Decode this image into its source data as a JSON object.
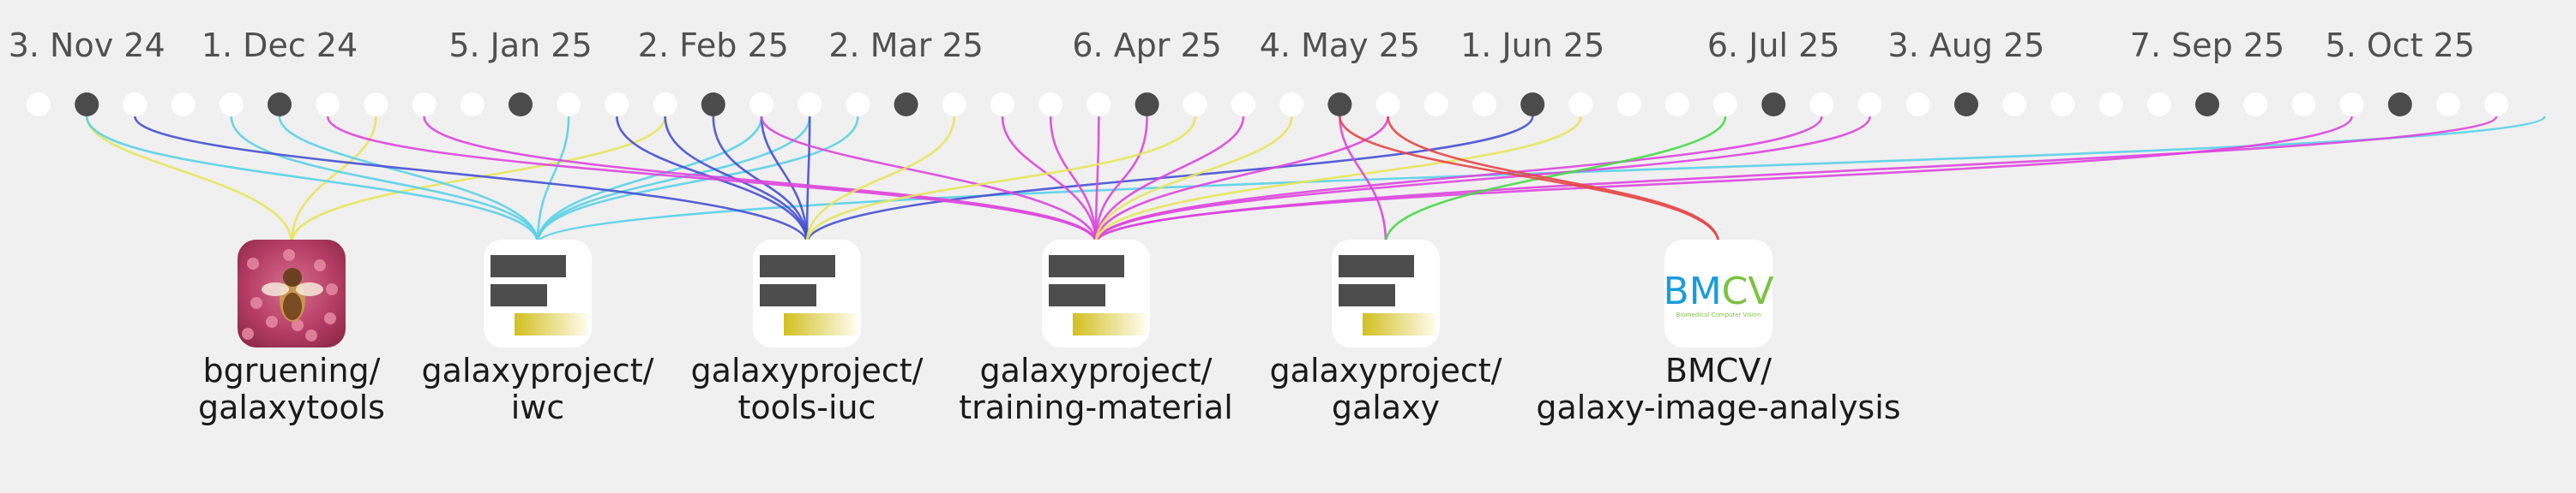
{
  "dates": [
    "3. Nov 24",
    "1. Dec 24",
    "5. Jan 25",
    "2. Feb 25",
    "2. Mar 25",
    "6. Apr 25",
    "4. May 25",
    "1. Jun 25",
    "6. Jul 25",
    "3. Aug 25",
    "7. Sep 25",
    "5. Oct 25"
  ],
  "timeline": {
    "dot_count": 52,
    "active_dots": [
      1,
      5,
      10,
      14,
      18,
      23,
      27,
      31,
      36,
      40,
      45,
      49
    ]
  },
  "repos": [
    {
      "line1": "bgruening/",
      "line2": "galaxytools",
      "icon": "bee-avatar-icon"
    },
    {
      "line1": "galaxyproject/",
      "line2": "iwc",
      "icon": "galaxy-logo-icon"
    },
    {
      "line1": "galaxyproject/",
      "line2": "tools-iuc",
      "icon": "galaxy-logo-icon"
    },
    {
      "line1": "galaxyproject/",
      "line2": "training-material",
      "icon": "galaxy-logo-icon"
    },
    {
      "line1": "galaxyproject/",
      "line2": "galaxy",
      "icon": "galaxy-logo-icon"
    },
    {
      "line1": "BMCV/",
      "line2": "galaxy-image-analysis",
      "icon": "bmcv-logo-icon",
      "logo_text": [
        "BM",
        "CV"
      ],
      "logo_tagline": "Biomedical Computer Vision"
    }
  ],
  "links": [
    {
      "dot": 1,
      "repo": 0,
      "color": "#e6e65a"
    },
    {
      "dot": 7,
      "repo": 0,
      "color": "#e6e65a"
    },
    {
      "dot": 13,
      "repo": 0,
      "color": "#e6e65a"
    },
    {
      "dot": 1,
      "repo": 1,
      "color": "#5ad2e6"
    },
    {
      "dot": 4,
      "repo": 1,
      "color": "#5ad2e6"
    },
    {
      "dot": 5,
      "repo": 1,
      "color": "#5ad2e6"
    },
    {
      "dot": 11,
      "repo": 1,
      "color": "#5ad2e6"
    },
    {
      "dot": 15,
      "repo": 1,
      "color": "#5ad2e6"
    },
    {
      "dot": 16,
      "repo": 1,
      "color": "#5ad2e6"
    },
    {
      "dot": 17,
      "repo": 1,
      "color": "#5ad2e6"
    },
    {
      "dot": 52,
      "repo": 1,
      "color": "#5ad2e6"
    },
    {
      "dot": 2,
      "repo": 2,
      "color": "#4650d2"
    },
    {
      "dot": 12,
      "repo": 2,
      "color": "#4650d2"
    },
    {
      "dot": 13,
      "repo": 2,
      "color": "#4650d2"
    },
    {
      "dot": 14,
      "repo": 2,
      "color": "#4650d2"
    },
    {
      "dot": 15,
      "repo": 2,
      "color": "#4650d2"
    },
    {
      "dot": 16,
      "repo": 2,
      "color": "#4650d2"
    },
    {
      "dot": 31,
      "repo": 2,
      "color": "#4650d2"
    },
    {
      "dot": 6,
      "repo": 3,
      "color": "#dc46dc"
    },
    {
      "dot": 8,
      "repo": 3,
      "color": "#dc46dc"
    },
    {
      "dot": 15,
      "repo": 3,
      "color": "#dc46dc"
    },
    {
      "dot": 20,
      "repo": 3,
      "color": "#dc46dc"
    },
    {
      "dot": 21,
      "repo": 3,
      "color": "#dc46dc"
    },
    {
      "dot": 22,
      "repo": 3,
      "color": "#dc46dc"
    },
    {
      "dot": 23,
      "repo": 3,
      "color": "#dc46dc"
    },
    {
      "dot": 25,
      "repo": 3,
      "color": "#dc46dc"
    },
    {
      "dot": 28,
      "repo": 3,
      "color": "#dc46dc"
    },
    {
      "dot": 37,
      "repo": 3,
      "color": "#dc46dc"
    },
    {
      "dot": 38,
      "repo": 3,
      "color": "#dc46dc"
    },
    {
      "dot": 48,
      "repo": 3,
      "color": "#dc46dc"
    },
    {
      "dot": 51,
      "repo": 3,
      "color": "#dc46dc"
    },
    {
      "dot": 26,
      "repo": 3,
      "color": "#e6e65a"
    },
    {
      "dot": 32,
      "repo": 3,
      "color": "#e6e65a"
    },
    {
      "dot": 19,
      "repo": 2,
      "color": "#e6e65a"
    },
    {
      "dot": 24,
      "repo": 2,
      "color": "#e6e65a"
    },
    {
      "dot": 27,
      "repo": 4,
      "color": "#dc46dc"
    },
    {
      "dot": 35,
      "repo": 4,
      "color": "#46dc46"
    },
    {
      "dot": 27,
      "repo": 5,
      "color": "#e64646"
    },
    {
      "dot": 28,
      "repo": 5,
      "color": "#e64646"
    }
  ]
}
